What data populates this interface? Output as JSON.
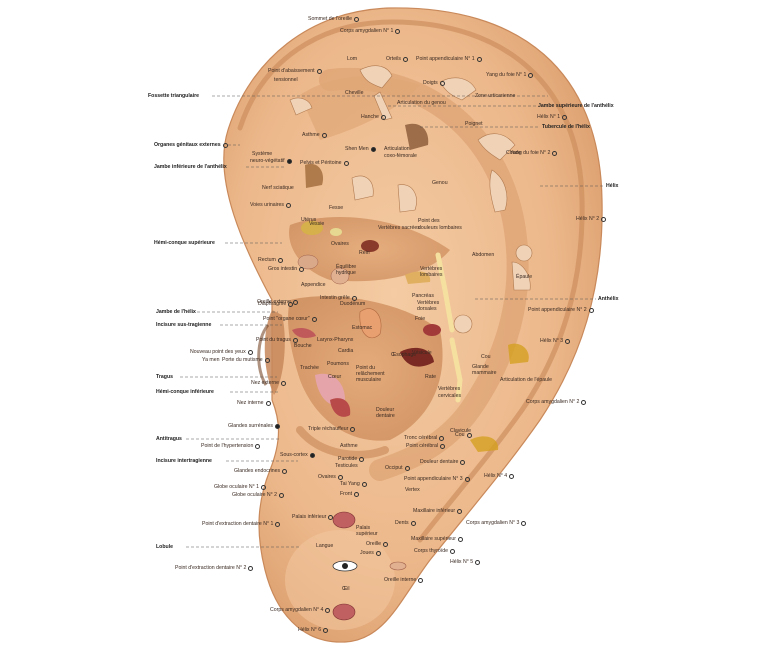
{
  "colors": {
    "skin": "#eab589",
    "skin_dark": "#c98b5c",
    "skin_light": "#f6d2b0",
    "line": "#555555"
  },
  "outer_labels": [
    {
      "text": "Fossette triangulaire"
    },
    {
      "text": "Organes génitaux externes"
    },
    {
      "text": "Jambe inférieure de l'anthélix"
    },
    {
      "text": "Hémi-conque supérieure"
    },
    {
      "text": "Jambe de l'hélix"
    },
    {
      "text": "Incisure sus-tragienne"
    },
    {
      "text": "Tragus"
    },
    {
      "text": "Hémi-conque inférieure"
    },
    {
      "text": "Antitragus"
    },
    {
      "text": "Incisure intertragienne"
    },
    {
      "text": "Lobule"
    },
    {
      "text": "Jambe supérieure de l'anthélix"
    },
    {
      "text": "Tubercule de l'hélix"
    },
    {
      "text": "Hélix"
    },
    {
      "text": "Anthélix"
    }
  ],
  "inner_labels": [
    {
      "text": "Sommet de l'oreille"
    },
    {
      "text": "Corps amygdalien N° 1"
    },
    {
      "text": "Point d'abaissement"
    },
    {
      "text": "tensionnel"
    },
    {
      "text": "Lom"
    },
    {
      "text": "Orteils"
    },
    {
      "text": "Point appendiculaire N° 1"
    },
    {
      "text": "Doigts"
    },
    {
      "text": "Yang du foie N° 1"
    },
    {
      "text": "Cheville"
    },
    {
      "text": "Articulation du genou"
    },
    {
      "text": "Zone urticarienne"
    },
    {
      "text": "Hélix N° 1"
    },
    {
      "text": "Hanche"
    },
    {
      "text": "Poignet"
    },
    {
      "text": "Asthme"
    },
    {
      "text": "Système"
    },
    {
      "text": "neuro-végétatif"
    },
    {
      "text": "Shen Men"
    },
    {
      "text": "Articulation"
    },
    {
      "text": "coxo-fémorale"
    },
    {
      "text": "Coude"
    },
    {
      "text": "Yang du foie N° 2"
    },
    {
      "text": "Pelvis et Péritoine"
    },
    {
      "text": "Genou"
    },
    {
      "text": "Nerf sciatique"
    },
    {
      "text": "Voies urinaires"
    },
    {
      "text": "Fesse"
    },
    {
      "text": "Point des"
    },
    {
      "text": "douleurs lombaires"
    },
    {
      "text": "Vertèbres sacrées"
    },
    {
      "text": "Utérus"
    },
    {
      "text": "Vessie"
    },
    {
      "text": "Hélix N° 2"
    },
    {
      "text": "Ovaires"
    },
    {
      "text": "Rectum"
    },
    {
      "text": "Rein"
    },
    {
      "text": "Gros intestin"
    },
    {
      "text": "Équilibre"
    },
    {
      "text": "hydrique"
    },
    {
      "text": "Vertèbres"
    },
    {
      "text": "lombaires"
    },
    {
      "text": "Abdomen"
    },
    {
      "text": "Épaule"
    },
    {
      "text": "Appendice"
    },
    {
      "text": "Intestin grêle"
    },
    {
      "text": "Pancréas"
    },
    {
      "text": "Oreille externe"
    },
    {
      "text": "Diaphragme"
    },
    {
      "text": "Duodénum"
    },
    {
      "text": "Vertèbres"
    },
    {
      "text": "dorsales"
    },
    {
      "text": "Point \"organe cœur\""
    },
    {
      "text": "Estomac"
    },
    {
      "text": "Point appendiculaire N° 2"
    },
    {
      "text": "Foie"
    },
    {
      "text": "Point du tragus"
    },
    {
      "text": "Bouche"
    },
    {
      "text": "Larynx-Pharynx"
    },
    {
      "text": "Cardia"
    },
    {
      "text": "Nouveau point des yeux"
    },
    {
      "text": "Ya men"
    },
    {
      "text": "Porte du mutisme"
    },
    {
      "text": "Hélix N° 3"
    },
    {
      "text": "Vésicule"
    },
    {
      "text": "Œsophage"
    },
    {
      "text": "Cou"
    },
    {
      "text": "Glande"
    },
    {
      "text": "mammaire"
    },
    {
      "text": "Nez externe"
    },
    {
      "text": "Trachée"
    },
    {
      "text": "Poumons"
    },
    {
      "text": "Point du"
    },
    {
      "text": "relâchement"
    },
    {
      "text": "musculaire"
    },
    {
      "text": "Rate"
    },
    {
      "text": "Articulation de l'épaule"
    },
    {
      "text": "Cœur"
    },
    {
      "text": "Nez interne"
    },
    {
      "text": "Vertèbres"
    },
    {
      "text": "cervicales"
    },
    {
      "text": "Corps amygdalien N° 2"
    },
    {
      "text": "Douleur"
    },
    {
      "text": "dentaire"
    },
    {
      "text": "Glandes surrénales"
    },
    {
      "text": "Triple réchauffeur"
    },
    {
      "text": "Clavicule"
    },
    {
      "text": "Cou"
    },
    {
      "text": "Point de l'hypertension"
    },
    {
      "text": "Asthme"
    },
    {
      "text": "Tronc cérébral"
    },
    {
      "text": "Point cérébral"
    },
    {
      "text": "Sous-cortex"
    },
    {
      "text": "Glandes endocrines"
    },
    {
      "text": "Testicules"
    },
    {
      "text": "Parotide"
    },
    {
      "text": "Douleur dentaire"
    },
    {
      "text": "Occiput"
    },
    {
      "text": "Hélix N° 4"
    },
    {
      "text": "Globe oculaire N° 1"
    },
    {
      "text": "Ovaires"
    },
    {
      "text": "Tai Yang"
    },
    {
      "text": "Point appendiculaire N° 3"
    },
    {
      "text": "Globe oculaire N° 2"
    },
    {
      "text": "Front"
    },
    {
      "text": "Vertex"
    },
    {
      "text": "Palais inférieur"
    },
    {
      "text": "Maxillaire inférieur"
    },
    {
      "text": "Point d'extraction dentaire N° 1"
    },
    {
      "text": "Dents"
    },
    {
      "text": "Palais"
    },
    {
      "text": "supérieur"
    },
    {
      "text": "Corps amygdalien N° 3"
    },
    {
      "text": "Langue"
    },
    {
      "text": "Oreille"
    },
    {
      "text": "Maxillaire supérieur"
    },
    {
      "text": "Joues"
    },
    {
      "text": "Corps thyroïde"
    },
    {
      "text": "Point d'extraction dentaire N° 2"
    },
    {
      "text": "Œil"
    },
    {
      "text": "Hélix N° 5"
    },
    {
      "text": "Oreille interne"
    },
    {
      "text": "Corps amygdalien N° 4"
    },
    {
      "text": "Hélix N° 6"
    }
  ]
}
